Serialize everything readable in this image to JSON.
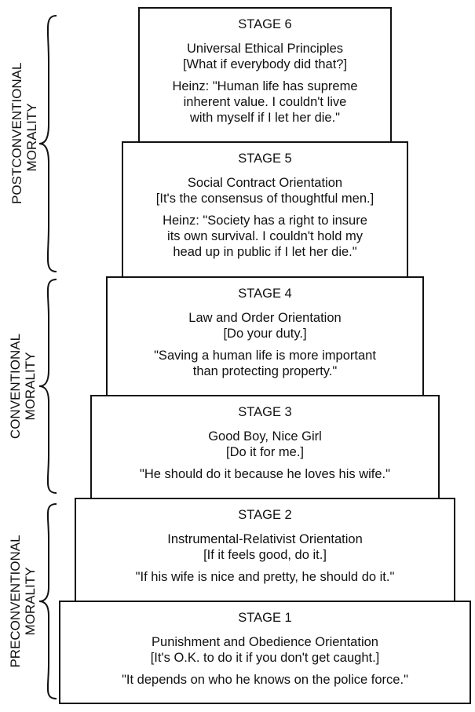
{
  "groups": [
    {
      "line1": "POSTCONVENTIONAL",
      "line2": "MORALITY"
    },
    {
      "line1": "CONVENTIONAL",
      "line2": "MORALITY"
    },
    {
      "line1": "PRECONVENTIONAL",
      "line2": "MORALITY"
    }
  ],
  "stages": [
    {
      "heading": "STAGE 6",
      "name": "Universal Ethical Principles",
      "motto": "[What if everybody did that?]",
      "quote": "Heinz: \"Human life has supreme\ninherent value. I couldn't live\nwith myself if I let her die.\""
    },
    {
      "heading": "STAGE 5",
      "name": "Social Contract Orientation",
      "motto": "[It's the consensus of thoughtful men.]",
      "quote": "Heinz: \"Society has a right to insure\nits own survival. I couldn't hold my\nhead up in public if I let her die.\""
    },
    {
      "heading": "STAGE 4",
      "name": "Law and Order Orientation",
      "motto": "[Do your duty.]",
      "quote": "\"Saving a human life is more important\nthan protecting property.\""
    },
    {
      "heading": "STAGE 3",
      "name": "Good Boy, Nice Girl",
      "motto": "[Do it for me.]",
      "quote": "\"He should do it because he loves his wife.\""
    },
    {
      "heading": "STAGE 2",
      "name": "Instrumental-Relativist Orientation",
      "motto": "[If it feels good, do it.]",
      "quote": "\"If his wife is nice and pretty, he should do it.\""
    },
    {
      "heading": "STAGE 1",
      "name": "Punishment and Obedience Orientation",
      "motto": "[It's O.K. to do it if you don't get caught.]",
      "quote": "\"It depends on who he knows on the police force.\""
    }
  ]
}
